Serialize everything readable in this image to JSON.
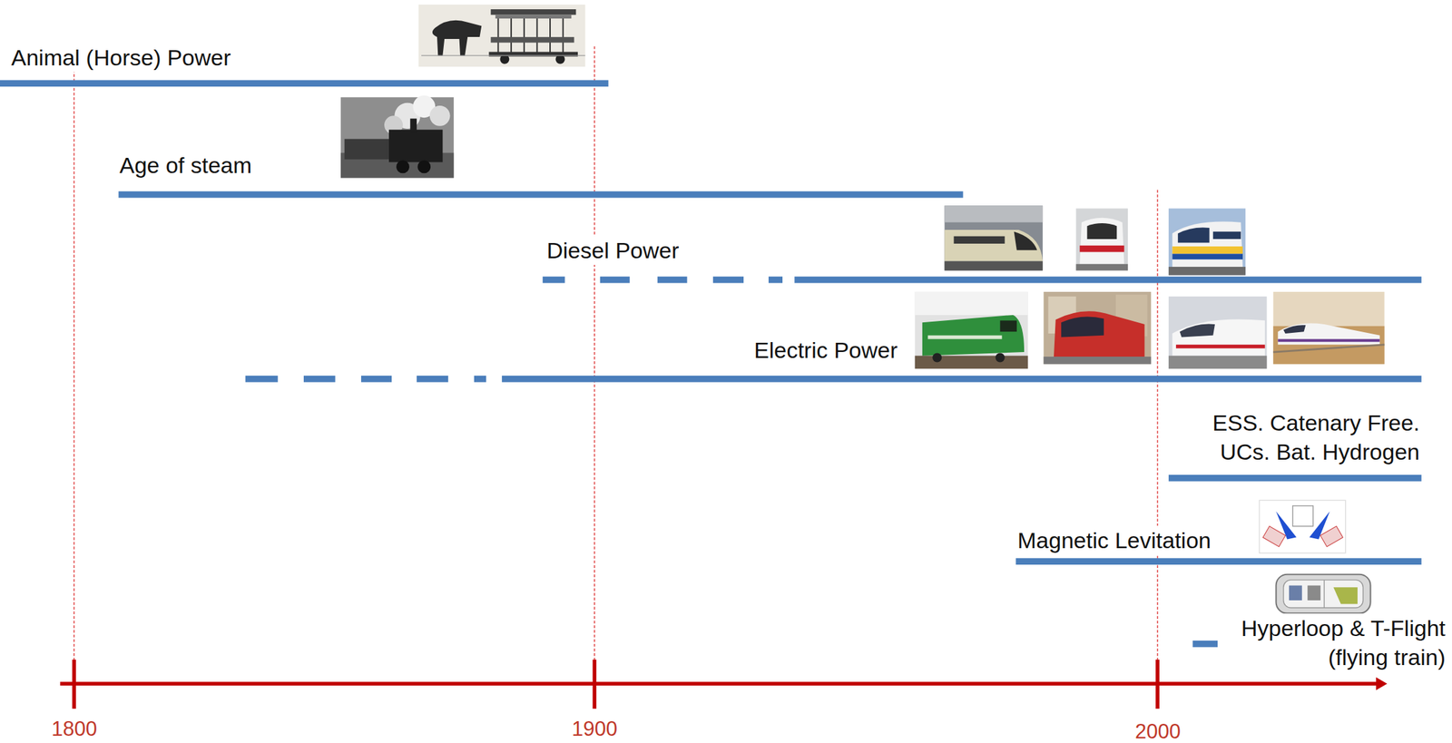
{
  "diagram": {
    "labels": [
      "Animal (Horse) Power",
      "Age of steam",
      "Diesel Power",
      "Electric Power",
      "ESS. Catenary Free. UCs. Bat. Hydrogen",
      "Magnetic Levitation",
      "Hyperloop & T-Flight (flying train)",
      "1800",
      "1900",
      "2000"
    ]
  }
}
